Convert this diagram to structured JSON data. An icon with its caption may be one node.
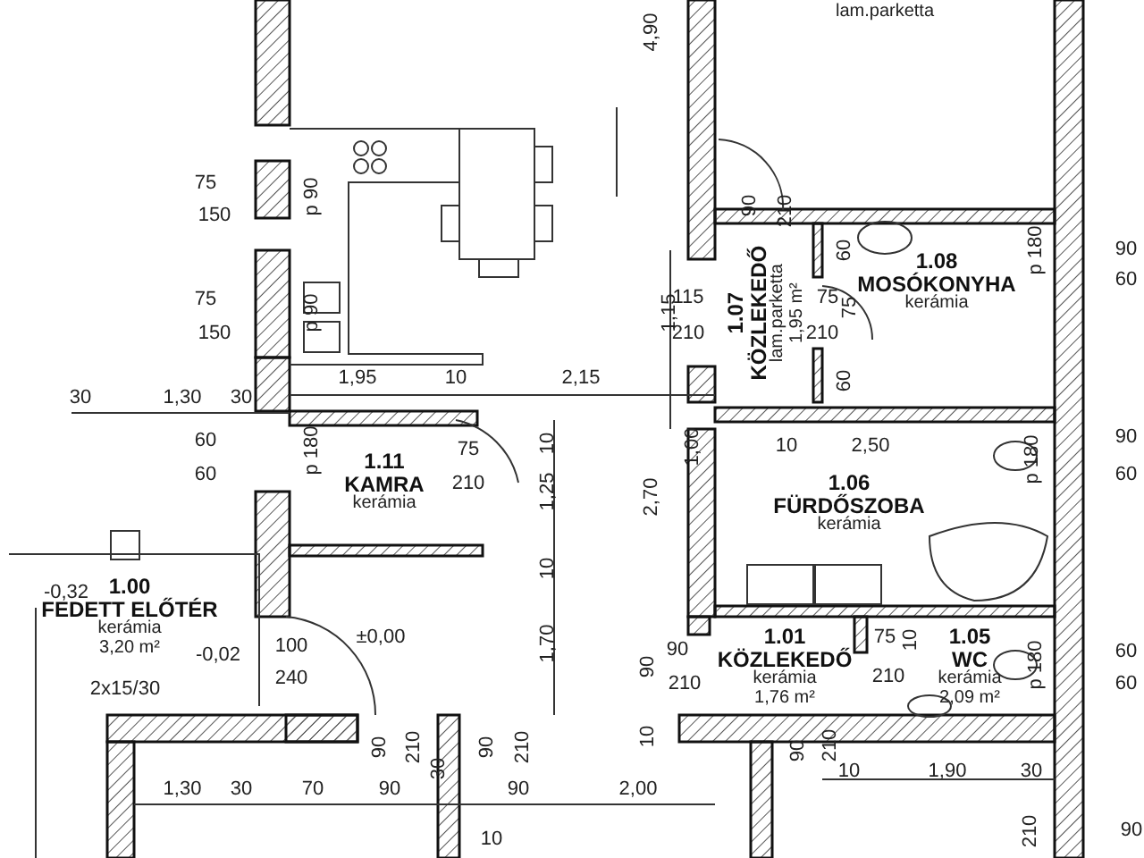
{
  "diagram": {
    "nodes": [
      {
        "text": [
          "lam.parketta"
        ]
      },
      {
        "text": [
          "1.07",
          "KÖZLEKEDŐ",
          "lam.parketta",
          "1,95 m²"
        ]
      },
      {
        "text": [
          "1.08",
          "MOSÓKONYHA",
          "kerámia"
        ]
      },
      {
        "text": [
          "1.11",
          "KAMRA",
          "kerámia"
        ]
      },
      {
        "text": [
          "1.06",
          "FÜRDŐSZOBA",
          "kerámia"
        ]
      },
      {
        "text": [
          "1.00",
          "FEDETT ELŐTÉR",
          "kerámia",
          "3,20 m²"
        ]
      },
      {
        "text": [
          "1.01",
          "KÖZLEKEDŐ",
          "kerámia",
          "1,76 m²"
        ]
      },
      {
        "text": [
          "1.05",
          "WC",
          "kerámia",
          "2,09 m²"
        ]
      }
    ],
    "labels": [
      "4,90",
      "75",
      "p 90",
      "90",
      "210",
      "150",
      "60",
      "p 180",
      "90",
      "60",
      "75",
      "p 90",
      "1,15",
      "115",
      "75",
      "75",
      "150",
      "210",
      "210",
      "1,95",
      "10",
      "2,15",
      "60",
      "30",
      "1,30",
      "30",
      "60",
      "p 180",
      "75",
      "10",
      "1,00",
      "10",
      "2,50",
      "p 180",
      "90",
      "60",
      "210",
      "1,25",
      "2,70",
      "60",
      "10",
      "-0,32",
      "-0,02",
      "100",
      "±0,00",
      "1,70",
      "90",
      "90",
      "75",
      "10",
      "p 180",
      "60",
      "2x15/30",
      "240",
      "210",
      "210",
      "60",
      "10",
      "90",
      "210",
      "30",
      "90",
      "210",
      "90",
      "210",
      "10",
      "1,90",
      "30",
      "1,30",
      "30",
      "70",
      "90",
      "90",
      "2,00",
      "10",
      "210",
      "90"
    ]
  }
}
